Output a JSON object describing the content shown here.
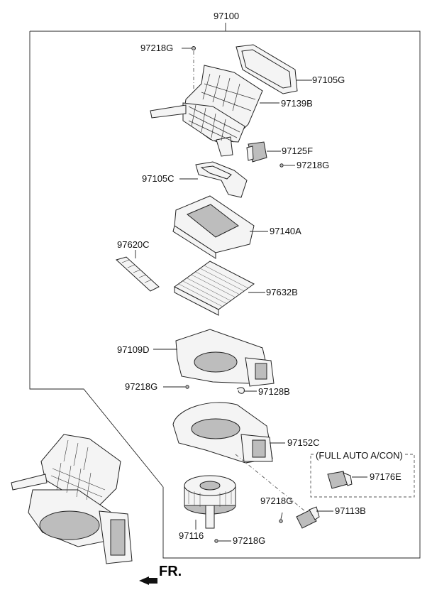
{
  "assembly_number": "97100",
  "callouts": [
    {
      "id": "c1",
      "text": "97218G"
    },
    {
      "id": "c2",
      "text": "97105G"
    },
    {
      "id": "c3",
      "text": "97139B"
    },
    {
      "id": "c4",
      "text": "97125F"
    },
    {
      "id": "c5",
      "text": "97218G"
    },
    {
      "id": "c6",
      "text": "97105C"
    },
    {
      "id": "c7",
      "text": "97140A"
    },
    {
      "id": "c8",
      "text": "97620C"
    },
    {
      "id": "c9",
      "text": "97632B"
    },
    {
      "id": "c10",
      "text": "97109D"
    },
    {
      "id": "c11",
      "text": "97218G"
    },
    {
      "id": "c12",
      "text": "97128B"
    },
    {
      "id": "c13",
      "text": "97152C"
    },
    {
      "id": "c14",
      "text": "97176E"
    },
    {
      "id": "c15",
      "text": "97218G"
    },
    {
      "id": "c16",
      "text": "97113B"
    },
    {
      "id": "c17",
      "text": "97116"
    },
    {
      "id": "c18",
      "text": "97218G"
    }
  ],
  "option_box": {
    "label": "(FULL AUTO A/CON)"
  },
  "direction": {
    "label": "FR."
  }
}
